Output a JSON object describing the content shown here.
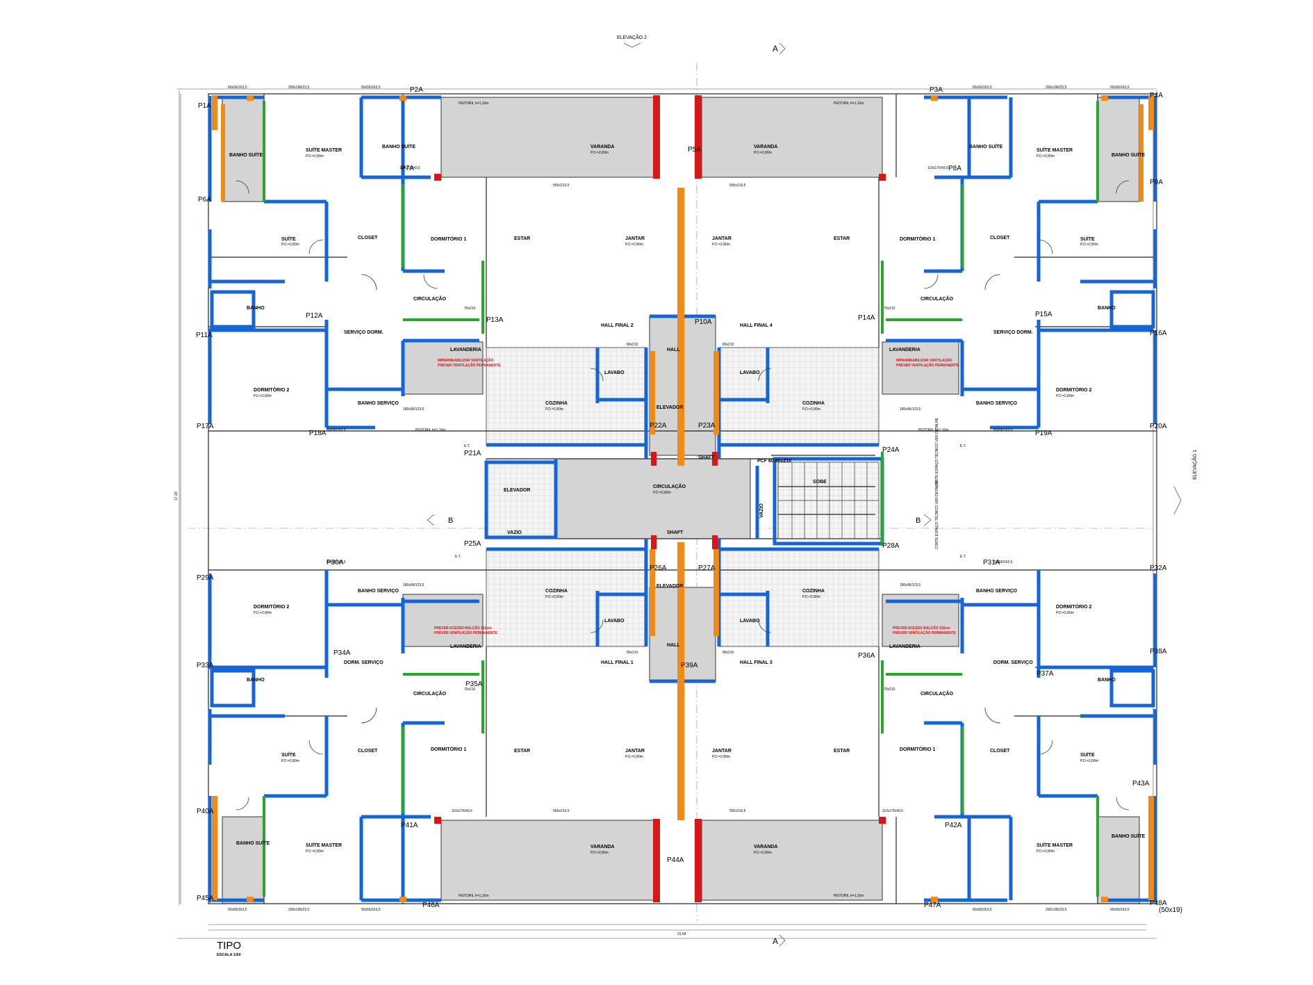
{
  "colors": {
    "masonry_blue": "#1565d8",
    "masonry_green": "#27a82a",
    "pillar_orange": "#f08a18",
    "structure_red": "#d81818",
    "grey_fill": "#d4d4d4",
    "line": "#222222"
  },
  "title": "TIPO",
  "scale": "ESCALA 1/50",
  "section_marks": [
    "A",
    "A",
    "B",
    "B"
  ],
  "elevation_labels": [
    "ELEVAÇÃO 2",
    "ELEVAÇÃO 1"
  ],
  "tag_5019": "(50x19)",
  "overall_width": "31.64",
  "overall_height": "17.20",
  "windows": [
    "200x196/23,5",
    "60x56/163,5",
    "110x176/43,5",
    "180x96/123,5",
    "555x219,5"
  ],
  "doors": [
    "70x210",
    "80x210"
  ],
  "pillars": [
    "P1A",
    "P2A",
    "P3A",
    "P4A",
    "P5A",
    "P6A",
    "P7A",
    "P8A",
    "P9A",
    "P10A",
    "P11A",
    "P12A",
    "P13A",
    "P14A",
    "P15A",
    "P16A",
    "P17A",
    "P18A",
    "P19A",
    "P20A",
    "P21A",
    "P22A",
    "P23A",
    "P24A",
    "P25A",
    "P26A",
    "P27A",
    "P28A",
    "P29A",
    "P30A",
    "P31A",
    "P32A",
    "P33A",
    "P34A",
    "P35A",
    "P36A",
    "P37A",
    "P38A",
    "P39A",
    "P40A",
    "P41A",
    "P42A",
    "P43A",
    "P44A",
    "P45A",
    "P46A",
    "P47A",
    "P48A"
  ],
  "rooms": {
    "suite_master": "SUÍTE MASTER",
    "banho_suite": "BANHO SUÍTE",
    "suite": "SUÍTE",
    "closet": "CLOSET",
    "dormitorio1": "DORMITÓRIO 1",
    "dormitorio2": "DORMITÓRIO 2",
    "varanda": "VARANDA",
    "estar": "ESTAR",
    "jantar": "JANTAR",
    "circulacao": "CIRCULAÇÃO",
    "banho": "BANHO",
    "servico_dorm": "SERVIÇO DORM.",
    "dorm_servico": "DORM. SERVIÇO",
    "lavanderia": "LAVANDERIA",
    "banho_servico": "BANHO SERVIÇO",
    "cozinha": "COZINHA",
    "lavabo": "LAVABO",
    "hall": "HALL",
    "hall_final_1": "HALL FINAL 1",
    "hall_final_2": "HALL FINAL 2",
    "hall_final_3": "HALL FINAL 3",
    "hall_final_4": "HALL FINAL 4",
    "elevador": "ELEVADOR",
    "shaft": "SHAFT",
    "vazio": "VAZIO",
    "sobe": "SOBE",
    "pcf": "PCF 60 80x210"
  },
  "notes": {
    "et": "E.T.",
    "peitoril": "PEITORIL h=1,10m",
    "corte": "CORTE ESPAÇO TÉCNICO VER DETALHE",
    "red1": "IMPERMEABILIZAR VENTILAÇÃO",
    "red2": "PREVER VENTILAÇÃO PERMANENTE",
    "red3": "PREVER ACESSO BALCÃO 150cm",
    "nivel": "P.D.=2,80m"
  }
}
